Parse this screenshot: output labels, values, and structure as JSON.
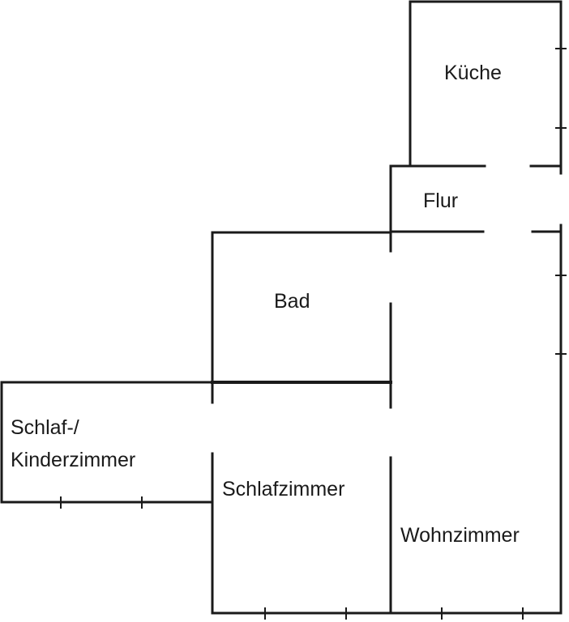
{
  "title": "Floor plan",
  "rooms": {
    "kueche": "Küche",
    "flur": "Flur",
    "bad": "Bad",
    "kinder_line1": "Schlaf-/",
    "kinder_line2": "Kinderzimmer",
    "schlafzimmer": "Schlafzimmer",
    "wohnzimmer": "Wohnzimmer"
  },
  "colors": {
    "walls": "#1a1a1a",
    "background": "#ffffff"
  }
}
